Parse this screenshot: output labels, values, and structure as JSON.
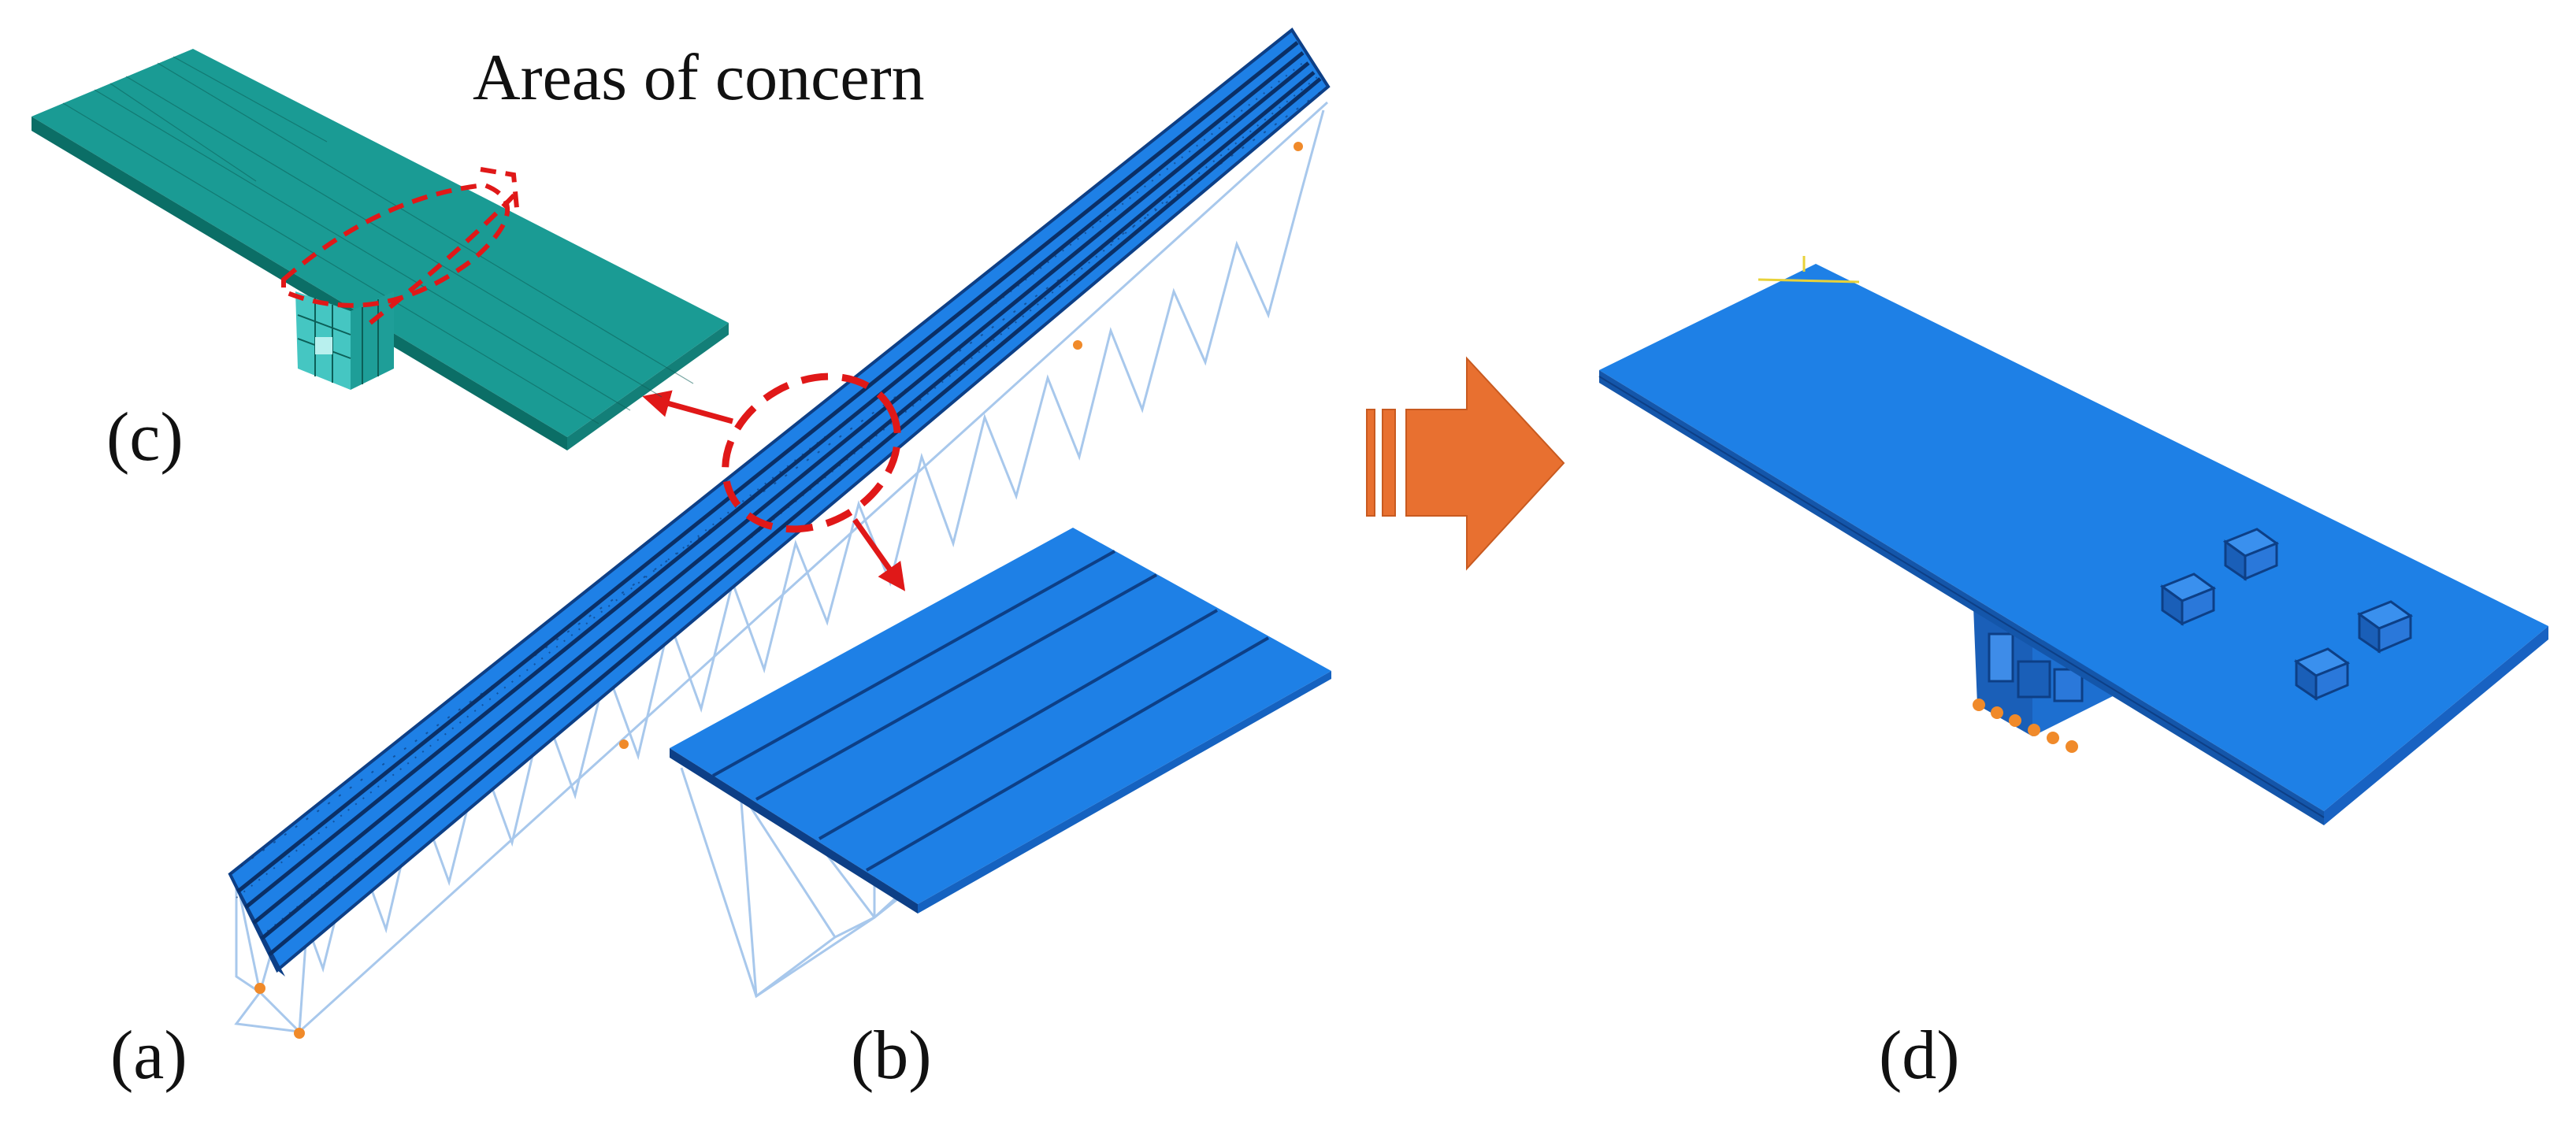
{
  "annotation": {
    "title": "Areas of concern"
  },
  "panels": {
    "a": {
      "label": "(a)"
    },
    "b": {
      "label": "(b)"
    },
    "c": {
      "label": "(c)"
    },
    "d": {
      "label": "(d)"
    }
  },
  "colors": {
    "deck_blue": "#1e80e6",
    "deck_dark": "#0d3f86",
    "mesh_teal": "#1a9b94",
    "truss": "#a8c8ec",
    "highlight_red": "#e01818",
    "arrow_orange": "#e87030",
    "support_orange": "#f08a2a"
  }
}
